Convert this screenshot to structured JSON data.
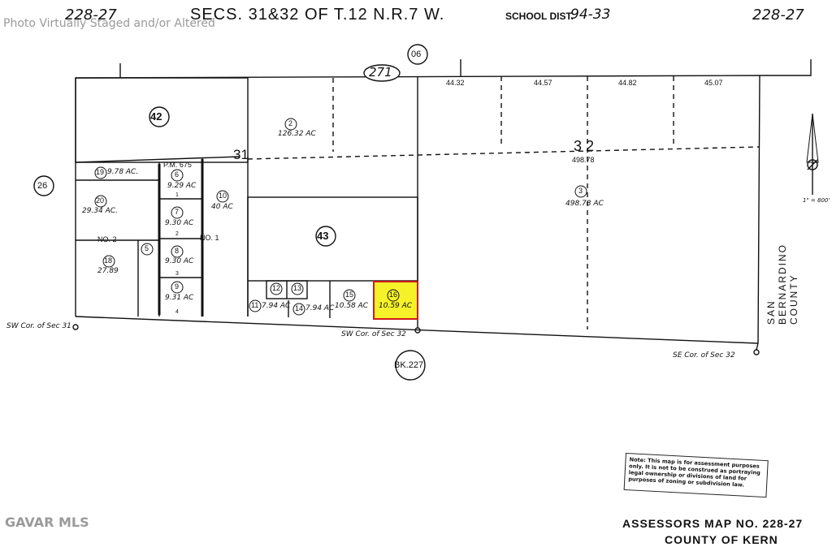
{
  "watermark": {
    "top_left": "Photo Virtually Staged and/or Altered",
    "bottom_left": "GAVAR MLS"
  },
  "header": {
    "book_left": "228-27",
    "title": "SECS. 31&32  OF  T.12 N.R.7 W.",
    "school_label": "SCHOOL DIST.",
    "school_value": "94-33",
    "book_right": "228-27"
  },
  "circles": {
    "top_06": "06",
    "road_271": "271",
    "left_26": "26",
    "bk_227": "BK.227",
    "parcel_42": "42",
    "parcel_43": "43"
  },
  "section_labels": {
    "sec31": "31",
    "sec32": "3 2",
    "sec32_area": "498.78"
  },
  "top_distances": [
    "44.32",
    "44.57",
    "44.82",
    "45.07"
  ],
  "parcels": [
    {
      "num": "2",
      "area": "126.32 AC"
    },
    {
      "num": "3",
      "area": "498.78 AC"
    },
    {
      "num": "19",
      "area": "9.78 AC."
    },
    {
      "num": "20",
      "area": "29.34 AC."
    },
    {
      "num": "18",
      "area": "27.89"
    },
    {
      "num": "5",
      "area": ""
    },
    {
      "num": "6",
      "area": "9.29 AC"
    },
    {
      "num": "7",
      "area": "9.30 AC"
    },
    {
      "num": "8",
      "area": "9.30 AC"
    },
    {
      "num": "9",
      "area": "9.31 AC"
    },
    {
      "num": "10",
      "area": "40 AC"
    },
    {
      "num": "11",
      "area": "7.94 AC"
    },
    {
      "num": "12",
      "area": ""
    },
    {
      "num": "13",
      "area": ""
    },
    {
      "num": "14",
      "area": "7.94 AC"
    },
    {
      "num": "15",
      "area": "10.58 AC"
    },
    {
      "num": "16",
      "area": "10.59 AC"
    }
  ],
  "parcel_map": {
    "pm": "P.M. 675",
    "lots": [
      "1",
      "2",
      "3",
      "4"
    ],
    "no2": "NO. 2",
    "no1": "NO. 1"
  },
  "corners": {
    "sw31": "SW Cor. of Sec 31",
    "sw32": "SW Cor. of Sec 32",
    "se32": "SE Cor. of Sec 32"
  },
  "county_side": "SAN  BERNARDINO  COUNTY",
  "scale": "1\" = 800'",
  "note": "Note: This map is for assessment purposes only. It is not to be construed as portraying legal ownership or divisions of land for purposes of zoning or subdivision law.",
  "footer": {
    "line1": "ASSESSORS  MAP NO. 228-27",
    "line2": "COUNTY  OF  KERN"
  },
  "colors": {
    "highlight": "#f6f22a",
    "highlight_border": "#d11a1a",
    "ink": "#111111"
  }
}
